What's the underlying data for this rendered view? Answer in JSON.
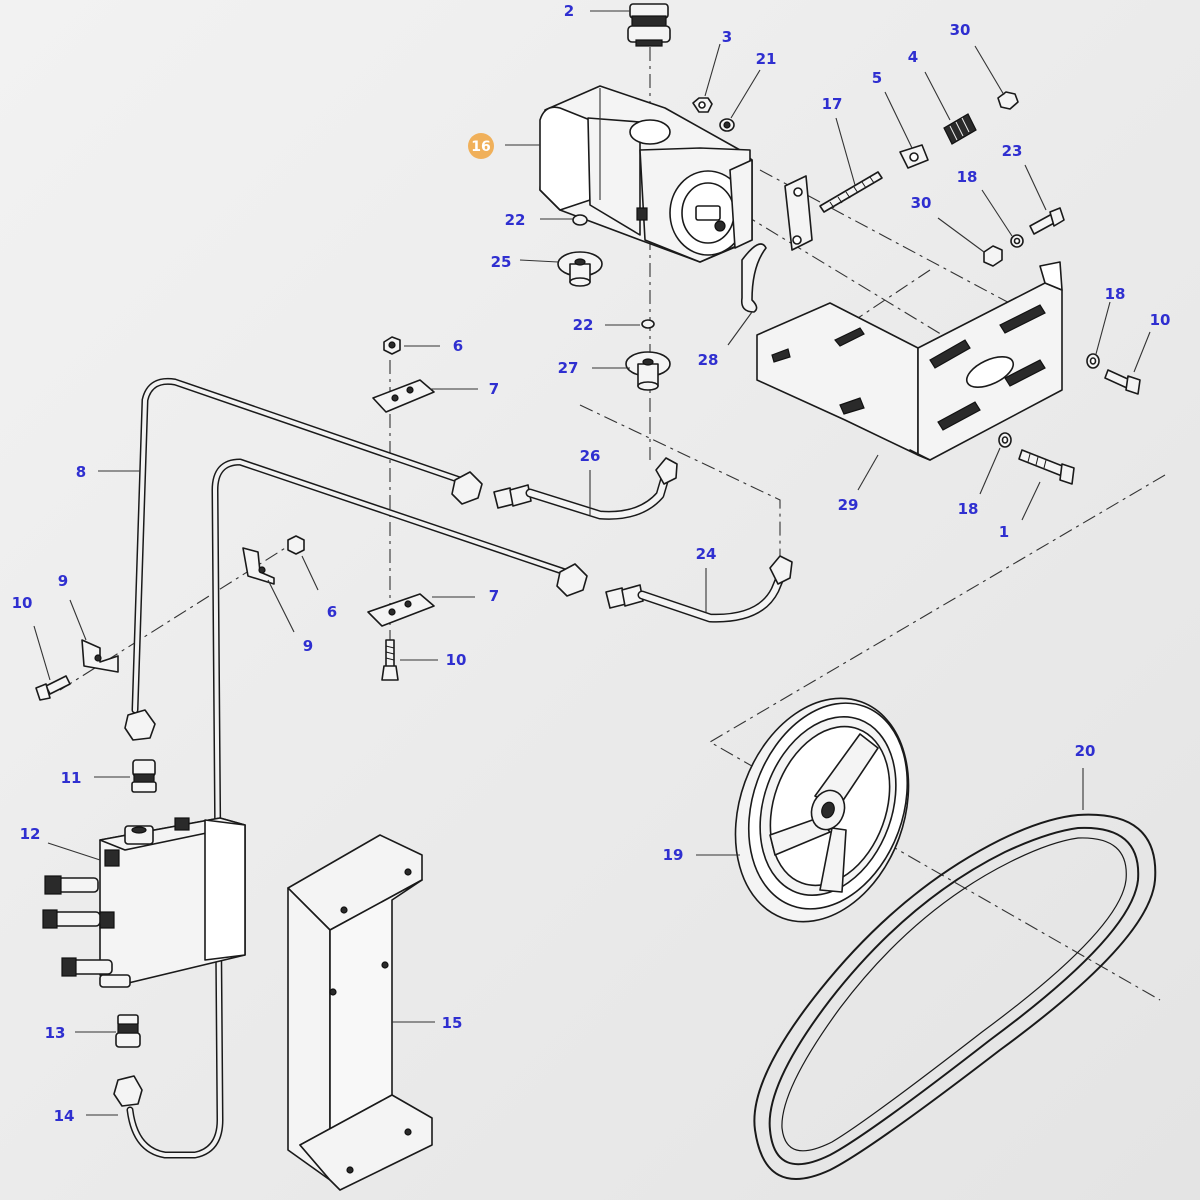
{
  "highlight_color": "#f0b05a",
  "label_color": "#2f2fd0",
  "callouts": {
    "c2": "2",
    "c3": "3",
    "c21": "21",
    "c30a": "30",
    "c4": "4",
    "c5": "5",
    "c17": "17",
    "c16": "16",
    "c23": "23",
    "c18a": "18",
    "c30b": "30",
    "c22a": "22",
    "c25": "25",
    "c22b": "22",
    "c27": "27",
    "c28": "28",
    "c6a": "6",
    "c7a": "7",
    "c18b": "18",
    "c10a": "10",
    "c8": "8",
    "c26": "26",
    "c29": "29",
    "c18c": "18",
    "c1": "1",
    "c24": "24",
    "c9a": "9",
    "c10b": "10",
    "c6b": "6",
    "c9b": "9",
    "c7b": "7",
    "c10c": "10",
    "c11": "11",
    "c12": "12",
    "c19": "19",
    "c20": "20",
    "c15": "15",
    "c13": "13",
    "c14": "14"
  }
}
